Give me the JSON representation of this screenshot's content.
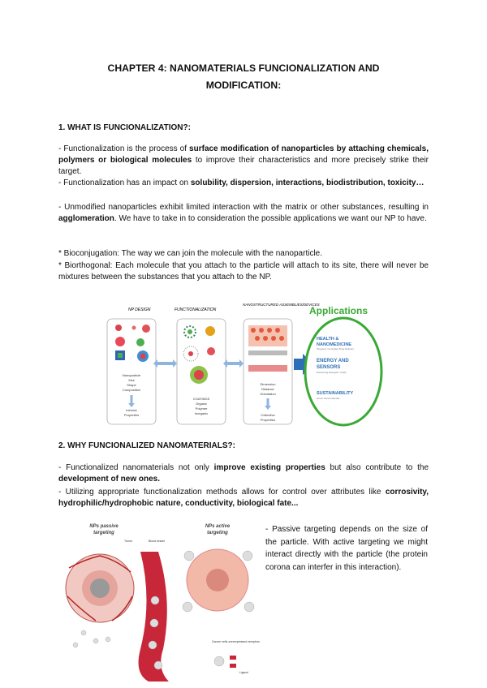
{
  "title_line1": "CHAPTER 4: NANOMATERIALS FUNCIONALIZATION AND",
  "title_line2": "MODIFICATION:",
  "section1": {
    "heading": "1. WHAT IS FUNCIONALIZATION?:",
    "p1_a": "- Functionalization is the process of ",
    "p1_b": "surface modification of nanoparticles by attaching chemicals, polymers or biological molecules",
    "p1_c": " to improve their characteristics and more precisely strike their target.",
    "p2_a": "- Functionalization has an impact on ",
    "p2_b": "solubility, dispersion, interactions, biodistribution, toxicity…",
    "p3_a": "-  Unmodified nanoparticles exhibit limited interaction with the matrix or other substances, resulting in ",
    "p3_b": "agglomeration",
    "p3_c": ". We have to take in to consideration the possible applications we want our NP to have.",
    "p4": "* Bioconjugation: The way we can join the molecule with the nanoparticle.",
    "p5": "* Biorthogonal: Each molecule that you attach to the particle will attach to its site, there will never be mixtures between the substances that you attach to the NP."
  },
  "figure1": {
    "col1_title": "NP DESIGN",
    "col2_title": "FUNCTIONALIZATION",
    "col3_title": "NANOSTRUCTURED ASSEMBLIES/DEVICES",
    "col4_title": "Applications",
    "col1_text": [
      "Nanoparticle",
      "Size",
      "Shape",
      "Composition",
      "Intrinsic",
      "Properties"
    ],
    "col2_text": [
      "COATINGS",
      "Organic",
      "Polymer",
      "Inorganic"
    ],
    "col3_text": [
      "Dimension",
      "Distance",
      "Orientation",
      "Collective",
      "Properties"
    ],
    "app1": "HEALTH &",
    "app1b": "NANOMEDICINE",
    "app1_sub": "Targeted, Controlled Drug Delivery",
    "app2": "ENERGY AND",
    "app2b": "SENSORS",
    "app2_sub": "Enhancing Energetic Yields",
    "app3": "SUSTAINABILITY",
    "app3_sub": "Green Nanomaterials",
    "colors": {
      "accent_green": "#3aa935",
      "arrow_blue": "#8fb4de",
      "app_blue": "#2d6fb7"
    }
  },
  "section2": {
    "heading": "2. WHY FUNCIONALIZED NANOMATERIALS?:",
    "p1_a": "- Functionalized nanomaterials not only ",
    "p1_b": "improve existing properties",
    "p1_c": " but also contribute to the ",
    "p1_d": "development of new ones.",
    "p2_a": "-   Utilizing appropriate functionalization methods allows for control over attributes like ",
    "p2_b": "corrosivity, hydrophilic/hydrophobic nature, conductivity, biological fate..."
  },
  "figure2": {
    "passive_title": "NPs passive targeting",
    "active_title": "NPs active targeting",
    "label_tumor": "Tumor",
    "label_vessel": "Blood vessel",
    "label_ligand": "Ligand",
    "label_cancer": "Cancer cells overexpressed receptors"
  },
  "side_text": "- Passive targeting depends on the size of the particle. With active targeting we might interact directly with the particle (the protein corona can interfer in this interaction)."
}
